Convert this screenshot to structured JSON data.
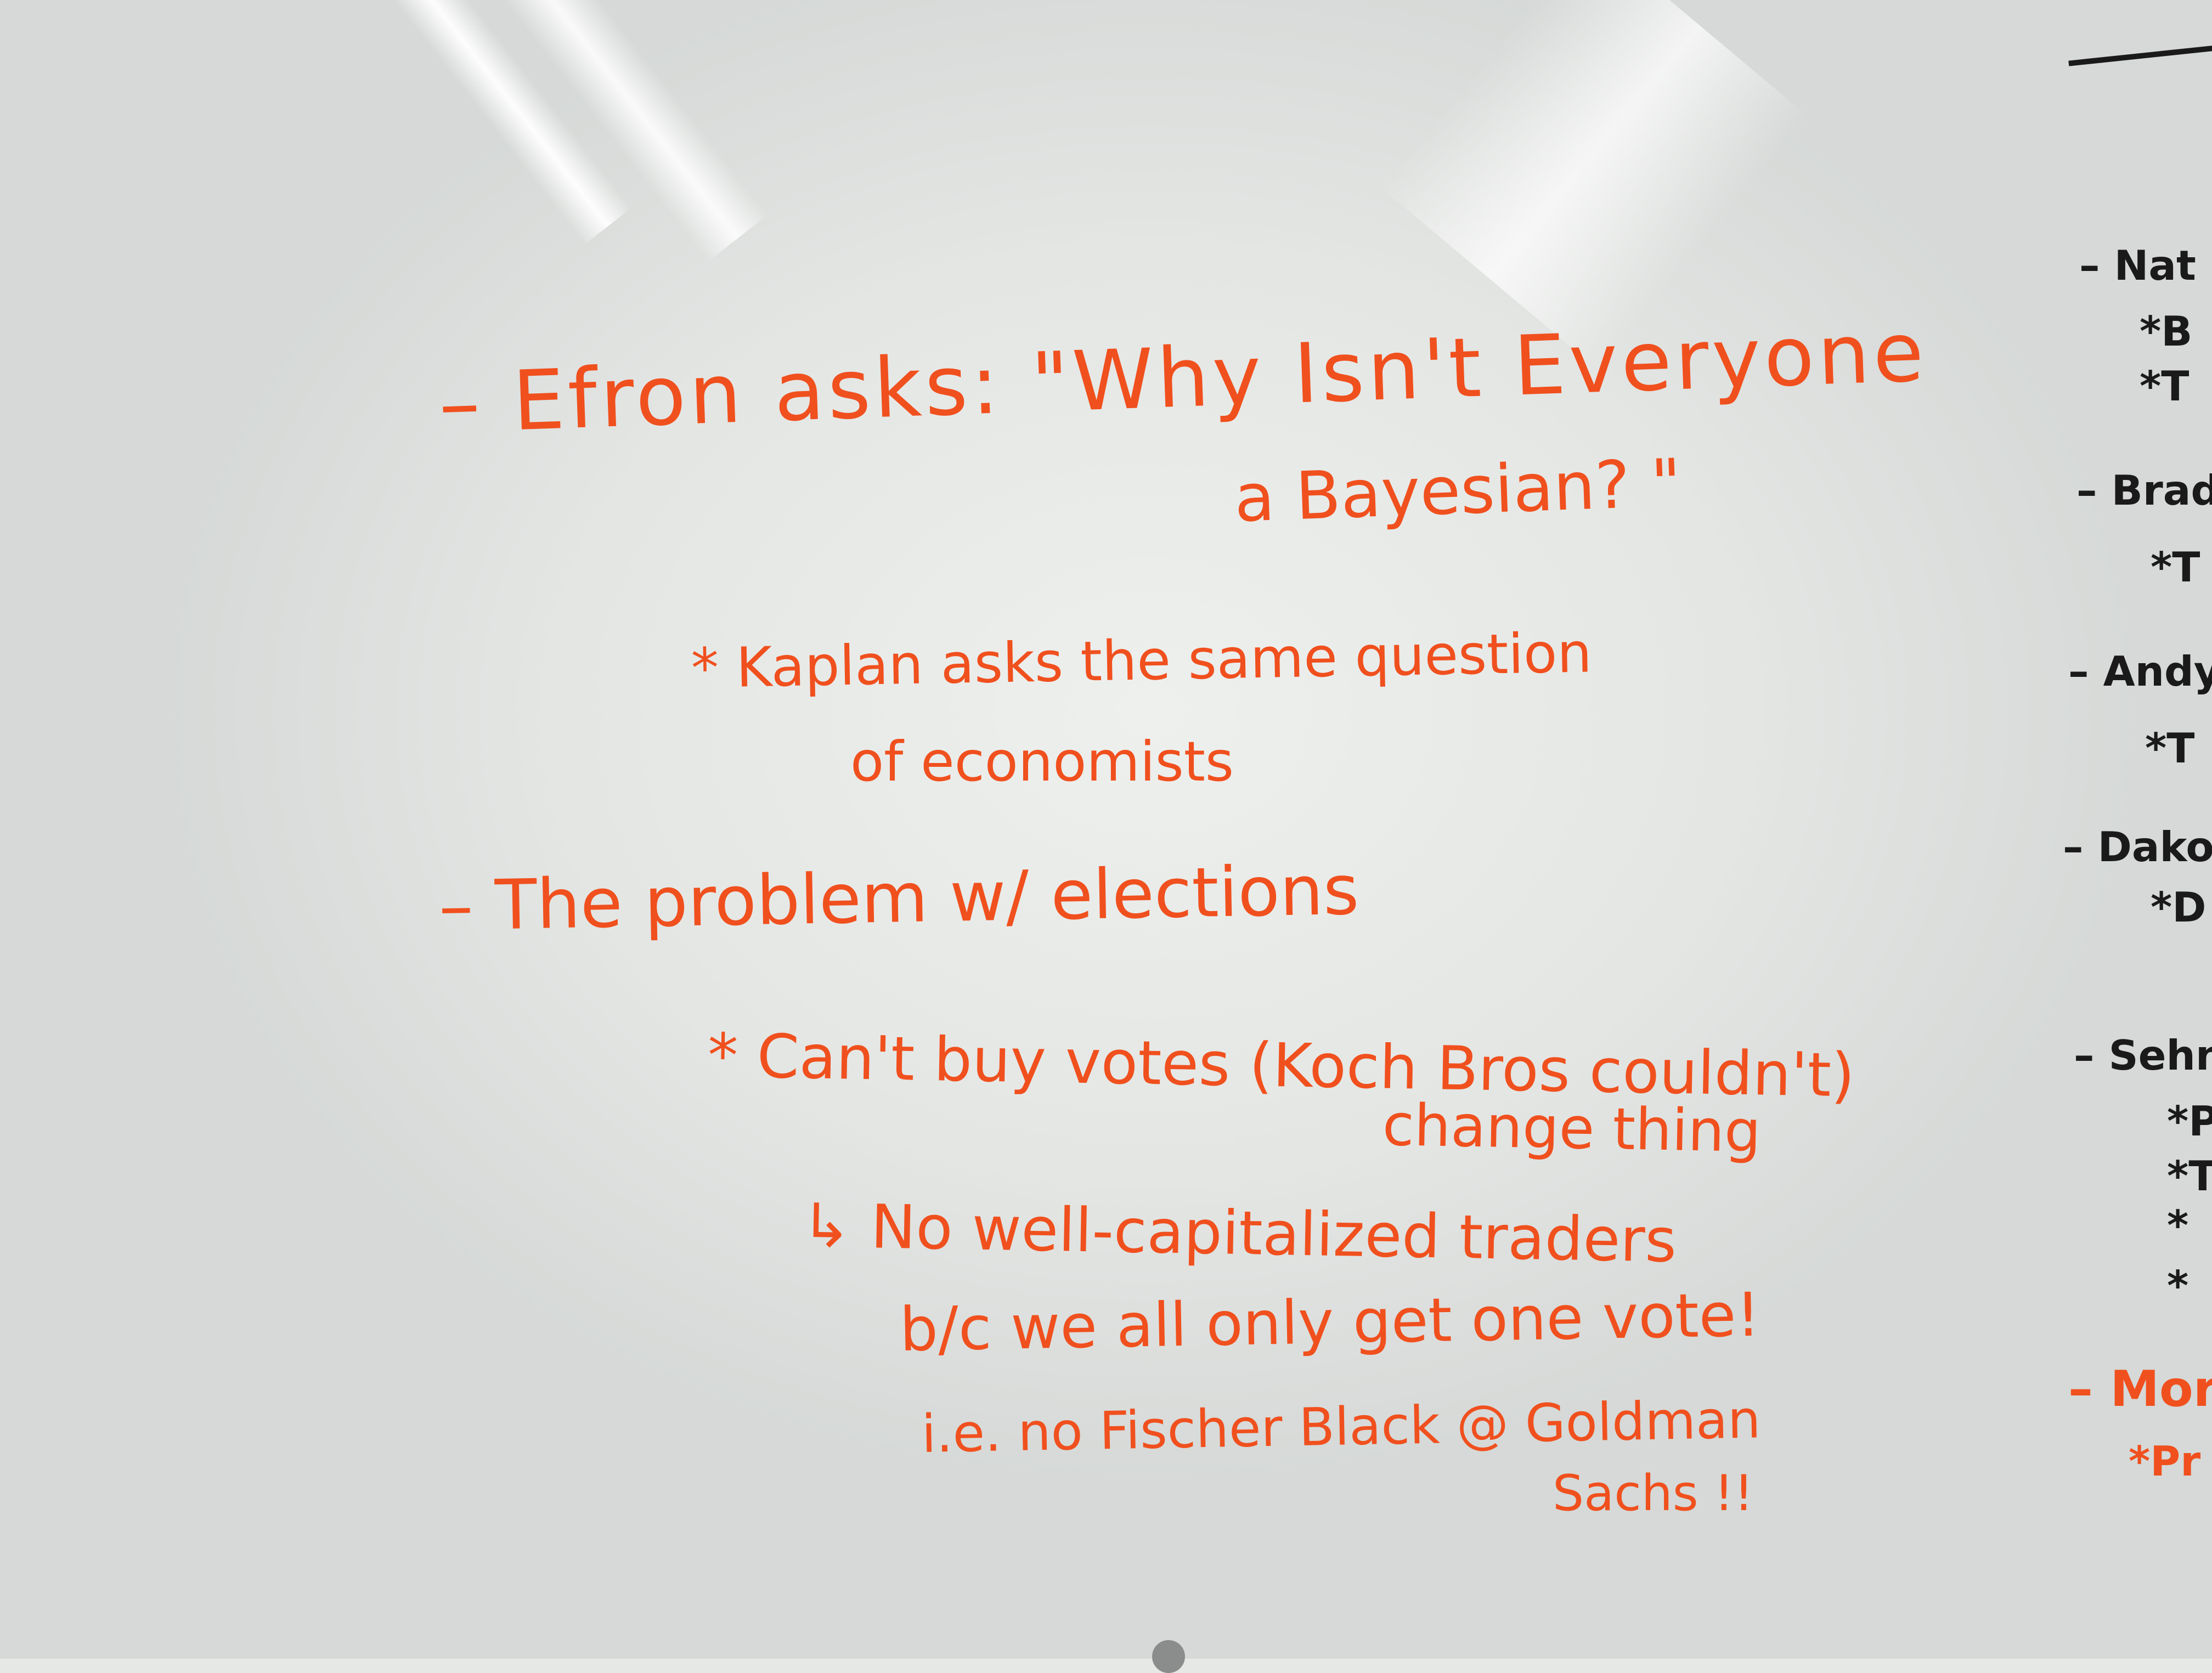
{
  "colors": {
    "marker_orange": "#f0501e",
    "marker_black": "#1a1a1a",
    "board": "#e6e8e6"
  },
  "notes": {
    "line1": "– Efron asks: \"Why Isn't Everyone",
    "line1b": "a Bayesian? \"",
    "line2": "* Kaplan asks the same question",
    "line2b": "of economists",
    "line3": "– The problem w/ elections",
    "line4": "* Can't buy votes (Koch Bros couldn't)",
    "line4b": "change thing",
    "line5": "↳ No well-capitalized traders",
    "line5b": "b/c we all only get one vote!",
    "line6": "i.e. no Fischer Black @ Goldman",
    "line6b": "Sachs !!"
  },
  "right_margin": {
    "items": [
      "– Nat",
      "*B",
      "*T",
      "– Brad",
      "*T",
      "– Andy",
      "*T",
      "– Dakot",
      "*D",
      "– Sehn",
      "*P",
      "*T",
      "*",
      "*",
      "– Mor",
      "*Pr"
    ]
  }
}
